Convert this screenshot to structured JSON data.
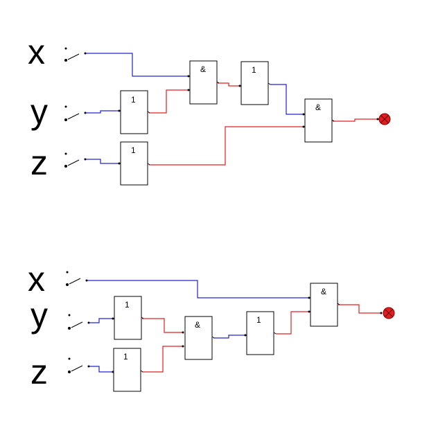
{
  "colors": {
    "wire_low": "#2020d0",
    "wire_high": "#e02020",
    "lamp_on": "#e02020"
  },
  "circuits": [
    {
      "name": "circuit-top",
      "inputs": [
        {
          "label": "x",
          "value": 0
        },
        {
          "label": "y",
          "value": 0
        },
        {
          "label": "z",
          "value": 0
        }
      ],
      "gates": [
        {
          "id": "not-y",
          "symbol": "1"
        },
        {
          "id": "not-z",
          "symbol": "1"
        },
        {
          "id": "and-1",
          "symbol": "&"
        },
        {
          "id": "not-2",
          "symbol": "1"
        },
        {
          "id": "and-out",
          "symbol": "&"
        }
      ],
      "output": {
        "value": 1
      }
    },
    {
      "name": "circuit-bottom",
      "inputs": [
        {
          "label": "x",
          "value": 0
        },
        {
          "label": "y",
          "value": 0
        },
        {
          "label": "z",
          "value": 0
        }
      ],
      "gates": [
        {
          "id": "not-y",
          "symbol": "1"
        },
        {
          "id": "not-z",
          "symbol": "1"
        },
        {
          "id": "and-1",
          "symbol": "&"
        },
        {
          "id": "not-2",
          "symbol": "1"
        },
        {
          "id": "and-out",
          "symbol": "&"
        }
      ],
      "output": {
        "value": 1
      }
    }
  ]
}
